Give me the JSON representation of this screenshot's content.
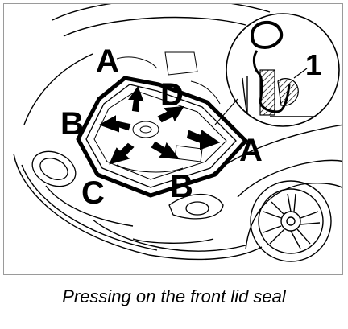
{
  "figure": {
    "labels": {
      "a_top": "A",
      "a_right": "A",
      "b_left": "B",
      "b_bottom": "B",
      "c": "C",
      "d": "D",
      "detail_callout": "1"
    }
  },
  "caption": "Pressing on the front lid seal",
  "colors": {
    "line": "#000000",
    "frame": "#9a9a9a",
    "hatch": "#000000"
  }
}
